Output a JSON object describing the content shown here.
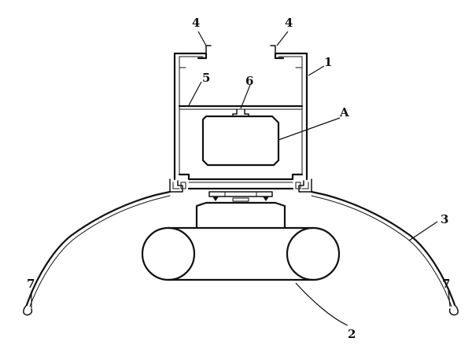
{
  "callouts": {
    "num_1": "1",
    "num_2": "2",
    "num_3": "3",
    "num_4_left": "4",
    "num_4_right": "4",
    "num_5": "5",
    "num_6": "6",
    "num_7_left": "7",
    "num_7_right": "7",
    "letter_a": "A"
  },
  "colors": {
    "line": "#111111",
    "background": "#ffffff"
  }
}
